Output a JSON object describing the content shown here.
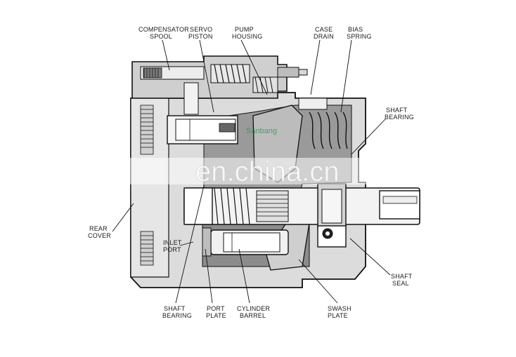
{
  "diagram": {
    "labels": {
      "compensator_spool": [
        "COMPENSATOR",
        "SPOOL"
      ],
      "servo_piston": [
        "SERVO",
        "PISTON"
      ],
      "pump_housing": [
        "PUMP",
        "HOUSING"
      ],
      "case_drain": [
        "CASE",
        "DRAIN"
      ],
      "bias_spring": [
        "BIAS",
        "SPRING"
      ],
      "shaft_bearing_right": [
        "SHAFT",
        "BEARING"
      ],
      "rear_cover": [
        "REAR",
        "COVER"
      ],
      "inlet_port": [
        "INLET",
        "PORT"
      ],
      "shaft_seal": [
        "SHAFT",
        "SEAL"
      ],
      "shaft_bearing_bottom": [
        "SHAFT",
        "BEARING"
      ],
      "port_plate": [
        "PORT",
        "PLATE"
      ],
      "cylinder_barrel": [
        "CYLINDER",
        "BARREL"
      ],
      "swash_plate": [
        "SWASH",
        "PLATE"
      ]
    },
    "watermark": "en.china.cn",
    "watermark_small": "Sanbang"
  }
}
